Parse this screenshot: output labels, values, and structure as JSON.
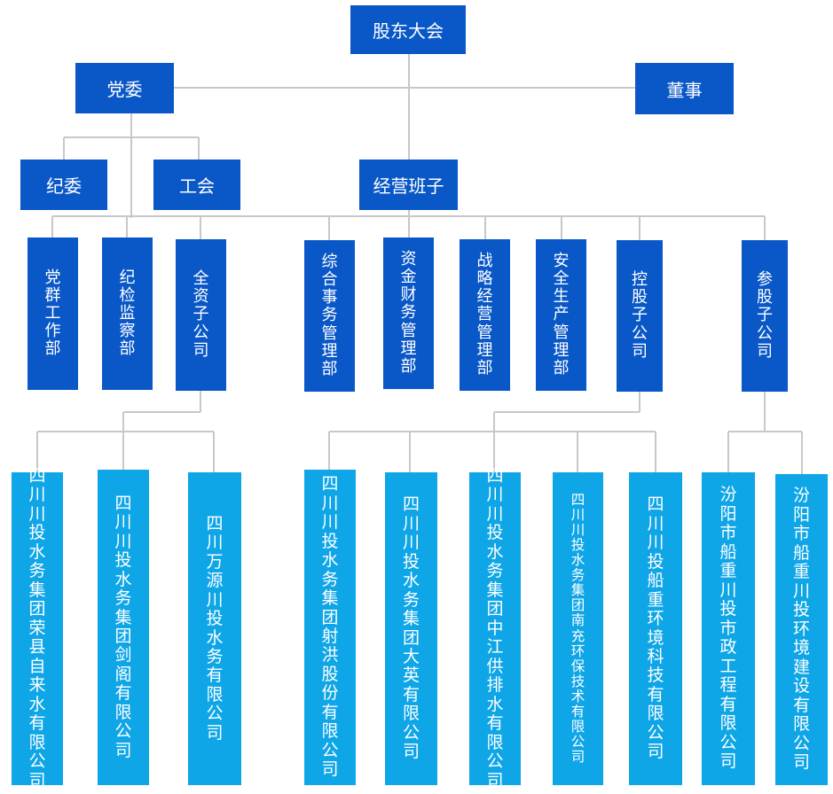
{
  "colors": {
    "dark_box": "#0a58c8",
    "light_box": "#0fa6e8",
    "connector": "#c8c8c8"
  },
  "top": {
    "shareholders": "股东大会",
    "party": "党委",
    "board": "董事",
    "discipline": "纪委",
    "union": "工会",
    "management": "经营班子"
  },
  "departments": [
    "党群工作部",
    "纪检监察部",
    "全资子公司",
    "综合事务管理部",
    "资金财务管理部",
    "战略经营管理部",
    "安全生产管理部",
    "控股子公司",
    "参股子公司"
  ],
  "subsidiaries": {
    "wholly_owned": [
      "四川川投水务集团荣县自来水有限公司",
      "四川川投水务集团剑阁有限公司",
      "四川万源川投水务有限公司"
    ],
    "holding": [
      "四川川投水务集团射洪股份有限公司",
      "四川川投水务集团大英有限公司",
      "四川川投水务集团中江供排水有限公司",
      "四川川投水务集团南充环保技术有限公司",
      "四川川投船重环境科技有限公司"
    ],
    "participating": [
      "汾阳市船重川投市政工程有限公司",
      "汾阳市船重川投环境建设有限公司"
    ]
  }
}
